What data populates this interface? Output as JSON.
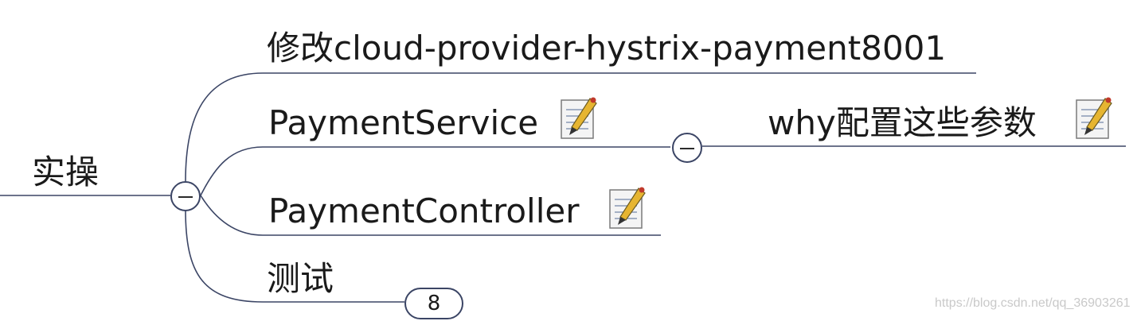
{
  "root": {
    "label": "实操"
  },
  "branches": [
    {
      "label": "修改cloud-provider-hystrix-payment8001"
    },
    {
      "label": "PaymentService",
      "note_icon": "note-pencil-icon",
      "children": [
        {
          "label": "why配置这些参数",
          "note_icon": "note-pencil-icon"
        }
      ]
    },
    {
      "label": "PaymentController",
      "note_icon": "note-pencil-icon"
    },
    {
      "label": "测试",
      "collapsed_count": "8"
    }
  ],
  "watermark": "https://blog.csdn.net/qq_36903261",
  "colors": {
    "line": "#3b4565",
    "text": "#1a1a1a",
    "note_paper": "#f4f4f4",
    "pencil": "#e6b531"
  }
}
